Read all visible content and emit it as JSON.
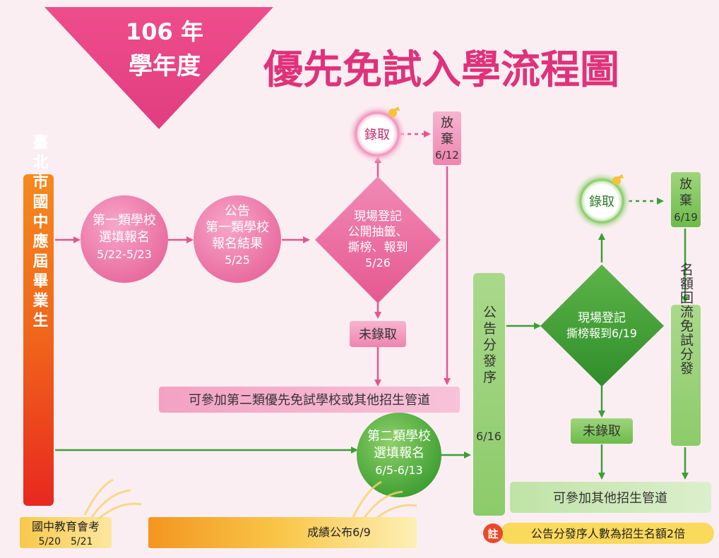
{
  "header": {
    "year_line1": "106 年",
    "year_line2": "學年度",
    "title": "優先免試入學流程圖"
  },
  "left_bar": {
    "label": "臺北市國中應屆畢業生"
  },
  "phase1": {
    "register": {
      "line1": "第一類學校",
      "line2": "選填報名",
      "line3": "5/22-5/23"
    },
    "announce": {
      "line1": "公告",
      "line2": "第一類學校",
      "line3": "報名結果",
      "line4": "5/25"
    },
    "onsite": {
      "line1": "現場登記",
      "line2": "公開抽籤、",
      "line3": "撕榜、報到",
      "line4": "5/26"
    },
    "admitted": "錄取",
    "giveup": {
      "line1": "放",
      "line2": "棄",
      "line3": "6/12"
    },
    "not_admitted": "未錄取",
    "next_channel": "可參加第二類優先免試學校或其他招生管道"
  },
  "phase2": {
    "register": {
      "line1": "第二類學校",
      "line2": "選填報名",
      "line3": "6/5-6/13"
    },
    "announce_bar": {
      "label": "公告分發序",
      "date": "6/16"
    },
    "onsite": {
      "line1": "現場登記",
      "line2": "撕榜報到6/19"
    },
    "admitted": "錄取",
    "giveup": {
      "line1": "放",
      "line2": "棄",
      "line3": "6/19"
    },
    "not_admitted": "未錄取",
    "quota_return": "名額回流免試分發",
    "other_channel": "可參加其他招生管道"
  },
  "exam": {
    "line1": "國中教育會考",
    "line2": "5/20　5/21"
  },
  "scores": "成績公布6/9",
  "note": {
    "badge": "註",
    "text": "公告分發序人數為招生名額2倍"
  },
  "colors": {
    "pink": "#e4568e",
    "green": "#3aa033",
    "title": "#e0327a"
  }
}
